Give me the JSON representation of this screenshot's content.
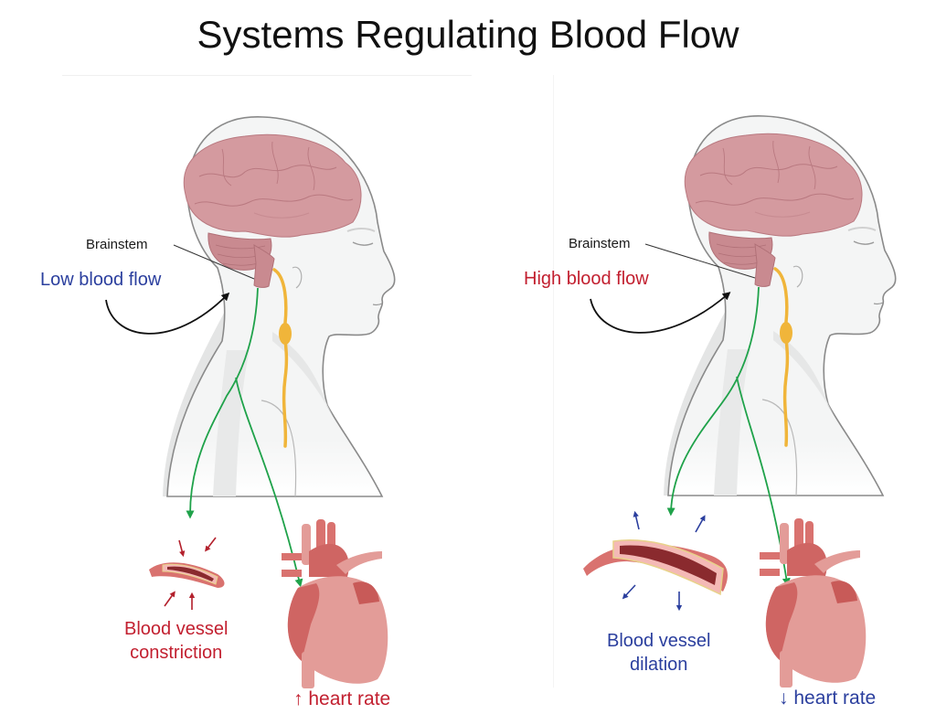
{
  "title": "Systems Regulating Blood Flow",
  "colors": {
    "low_flow_text": "#2b3f9e",
    "high_flow_text": "#c21f2f",
    "nerve_green": "#1fa24a",
    "ganglion_yellow": "#f0b53a",
    "brain_pink": "#d49a9f",
    "heart_red": "#d9726f"
  },
  "panels": [
    {
      "id": "low",
      "brainstem_label": "Brainstem",
      "stimulus_label": "Low blood flow",
      "vessel_response_line1": "Blood vessel",
      "vessel_response_line2": "constriction",
      "heart_response": "↑ heart rate",
      "vessel_state": "constricted",
      "arrow_direction": "inward"
    },
    {
      "id": "high",
      "brainstem_label": "Brainstem",
      "stimulus_label": "High blood flow",
      "vessel_response_line1": "Blood vessel",
      "vessel_response_line2": "dilation",
      "heart_response": "↓ heart rate",
      "vessel_state": "dilated",
      "arrow_direction": "outward"
    }
  ]
}
